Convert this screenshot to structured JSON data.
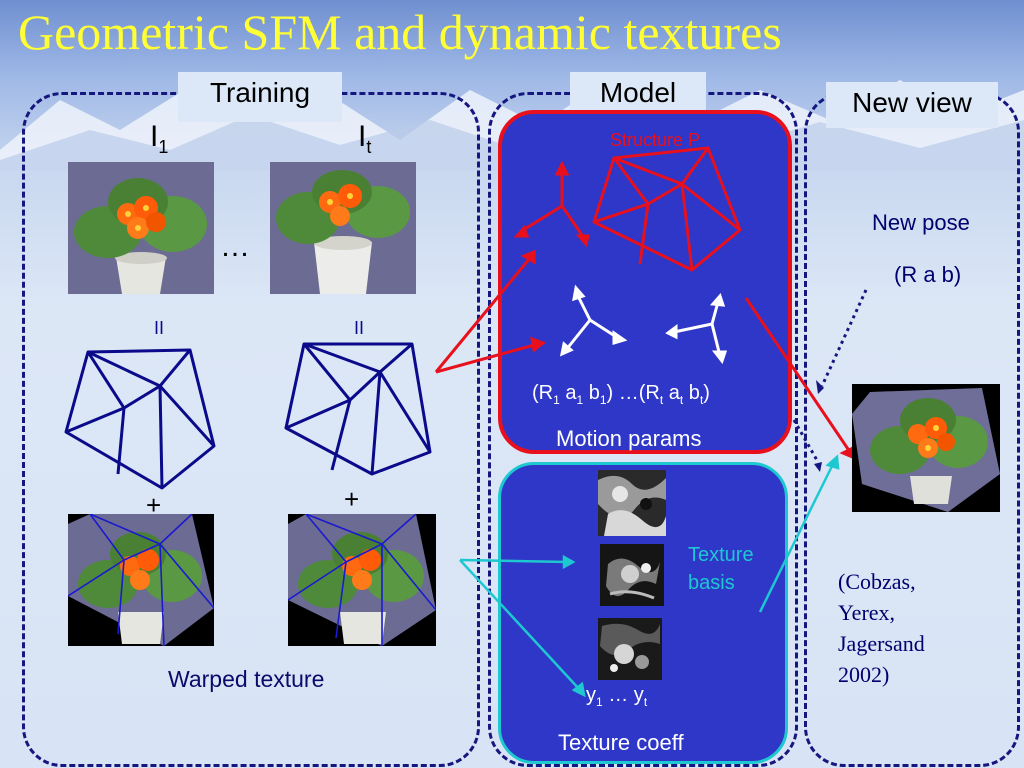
{
  "slide": {
    "title": "Geometric SFM and dynamic textures",
    "training": {
      "header": "Training",
      "frame_first": {
        "main": "I",
        "sub": "1"
      },
      "frame_last": {
        "main": "I",
        "sub": "t"
      },
      "ellipsis": "…",
      "equals_1": "II",
      "equals_2": "II",
      "plus_1": "+",
      "plus_2": "+",
      "warped_caption": "Warped texture"
    },
    "model": {
      "header": "Model",
      "structure_label": "Structure P",
      "motion_formula": {
        "open": "(R",
        "s1": "1",
        "a": " a",
        "s2": "1",
        "b": " b",
        "s3": "1",
        "mid": ") …(R",
        "s4": "t",
        "a2": " a",
        "s5": "t",
        "b2": " b",
        "s6": "t",
        "close": ")"
      },
      "motion_caption": "Motion params",
      "texture_basis_line1": "Texture",
      "texture_basis_line2": "basis",
      "coeff_formula": {
        "y1": "y",
        "s1": "1",
        "mid": " … y",
        "s2": "t"
      },
      "coeff_caption": "Texture coeff"
    },
    "new_view": {
      "header": "New view",
      "pose_line1": "New pose",
      "pose_line2": "(R a b)",
      "citation": [
        "(Cobzas,",
        "Yerex,",
        "Jagersand",
        "2002)"
      ]
    }
  },
  "colors": {
    "title": "#ffff33",
    "panel_border": "#16167f",
    "model_blue": "#2e37c8",
    "structure_red": "#e8101c",
    "texture_cyan": "#1ec8d0",
    "mesh_navy": "#0a0a8a",
    "citation": "#00006e"
  },
  "icons": [
    "flower-photo-icon",
    "wireframe-mesh-icon",
    "axis-frame-icon",
    "texture-basis-icon"
  ]
}
